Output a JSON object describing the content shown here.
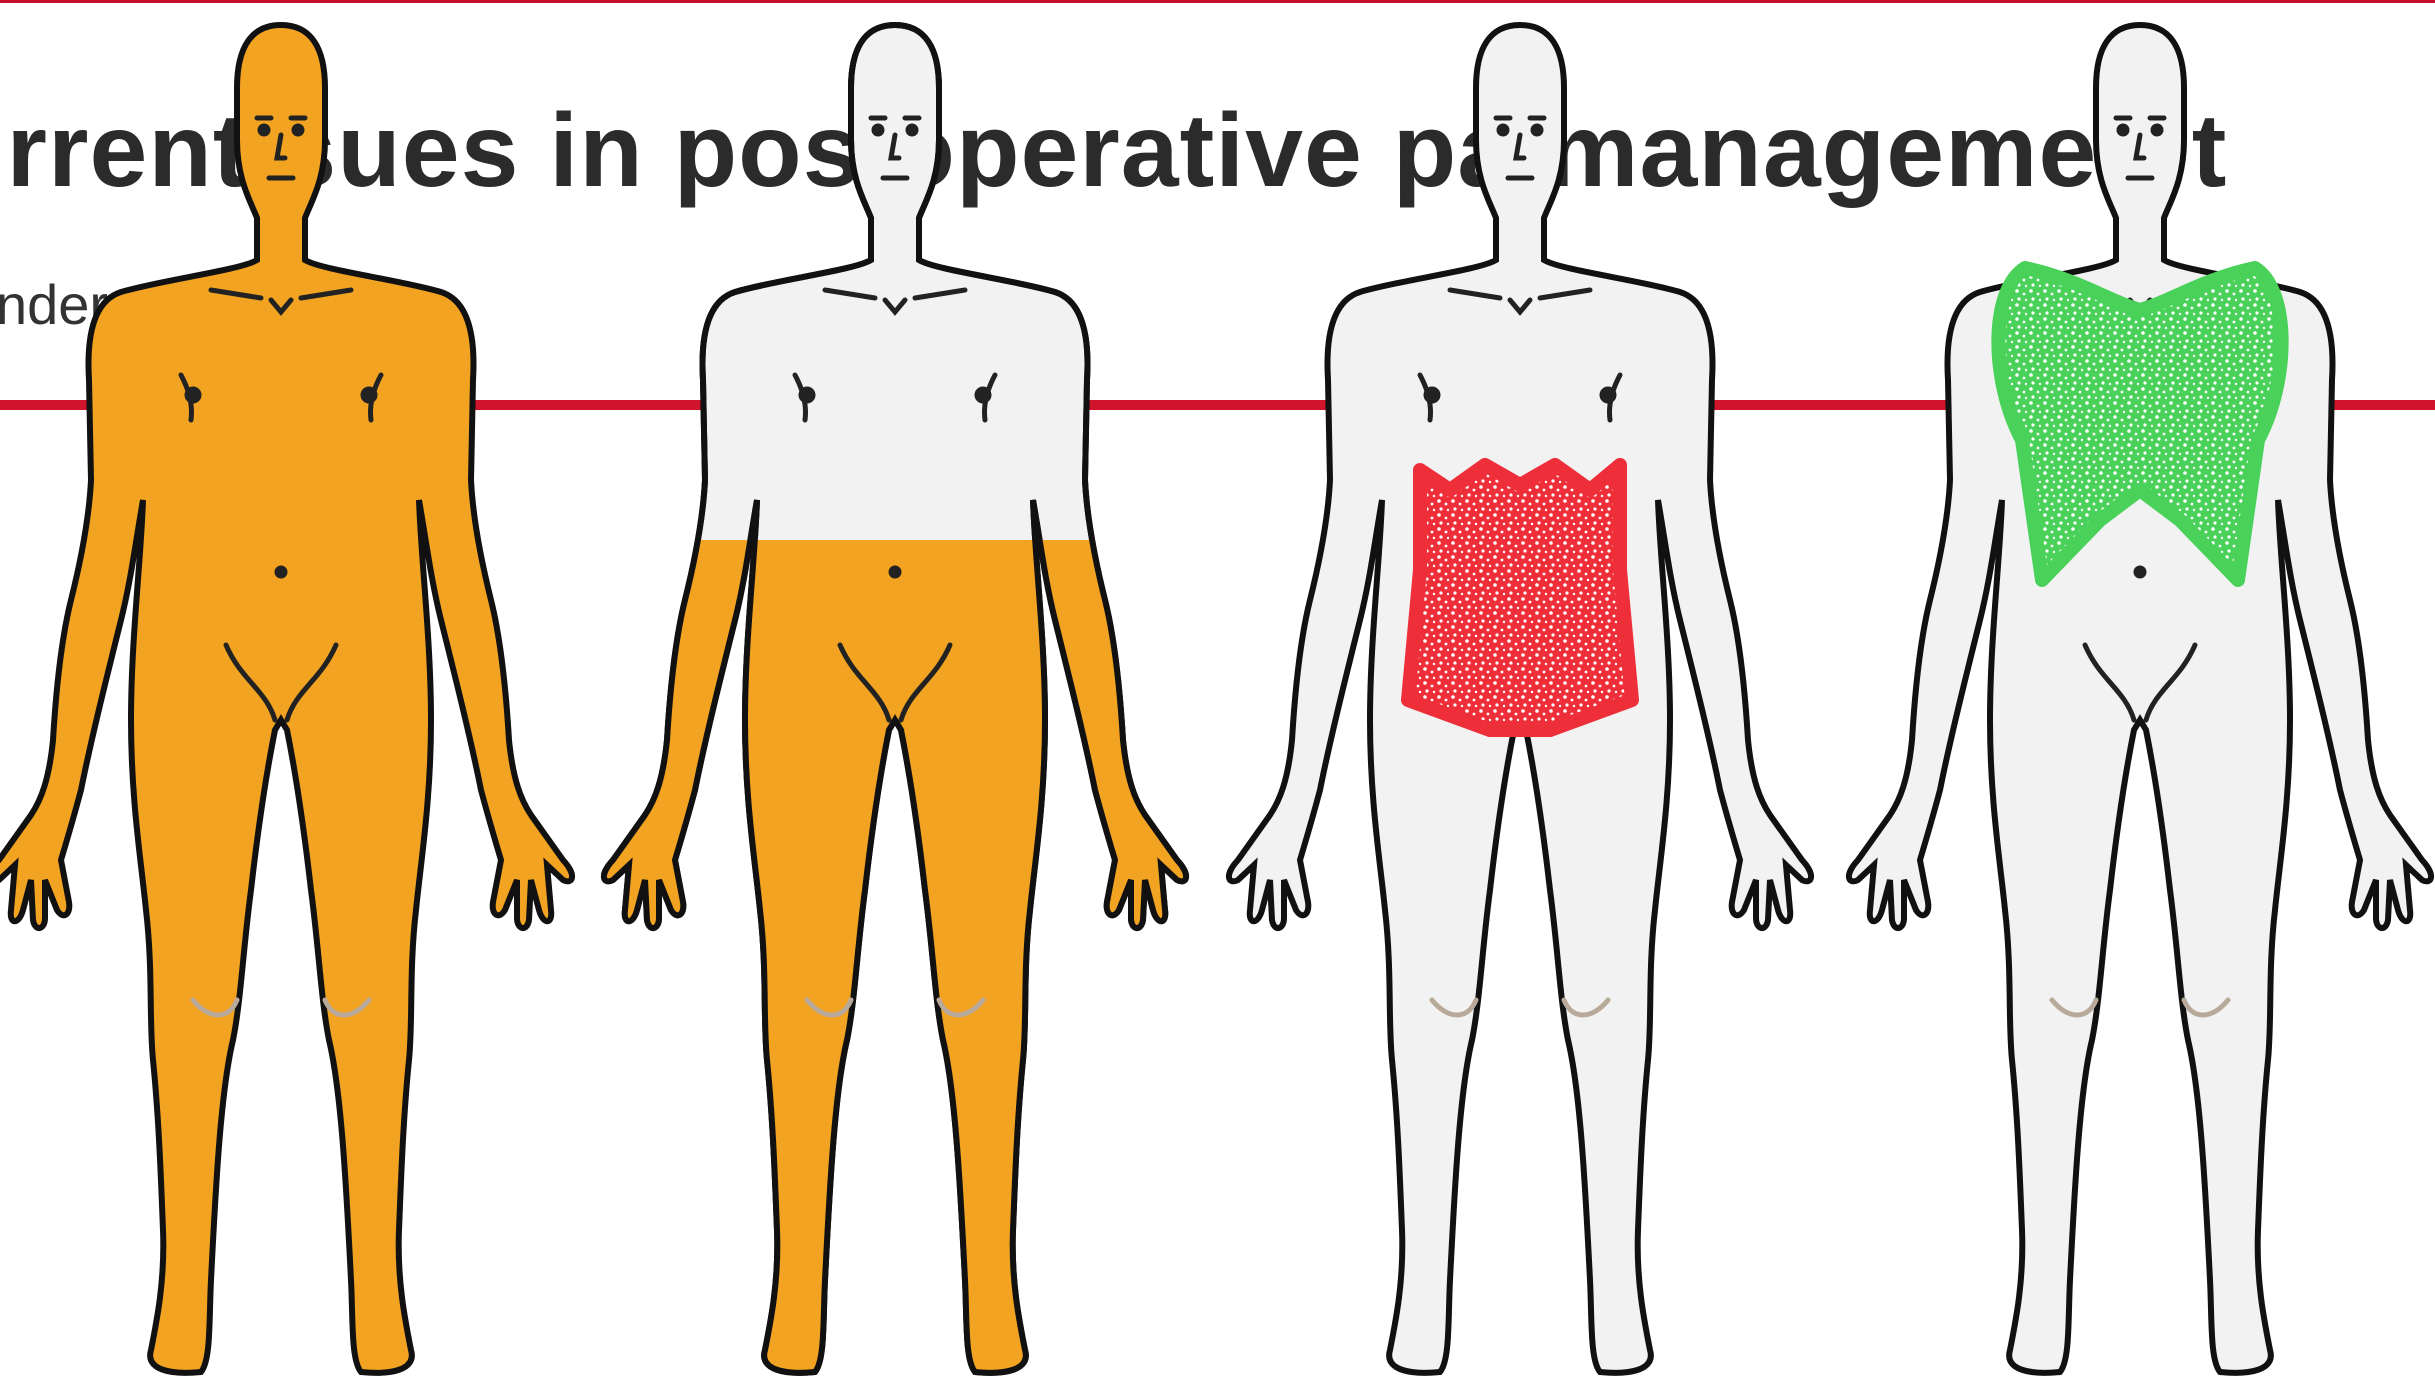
{
  "article": {
    "title": "urrent  sues in pos  operative pa   managemen  t",
    "subtitle": "nder"
  },
  "figures": [
    {
      "name": "full-body-highlight",
      "fill": "#f2a322",
      "region": "entire body"
    },
    {
      "name": "lower-body-highlight",
      "fill": "#f2a322",
      "region": "waist down"
    },
    {
      "name": "abdomen-highlight",
      "fill": "#ee2f3a",
      "region": "abdomen"
    },
    {
      "name": "chest-highlight",
      "fill": "#49d15a",
      "region": "chest"
    }
  ],
  "colors": {
    "accent_line": "#d0142c",
    "body_outline": "#111111",
    "body_base": "#f2f2f2",
    "orange": "#f2a322",
    "red": "#ee2f3a",
    "green": "#49d15a"
  }
}
